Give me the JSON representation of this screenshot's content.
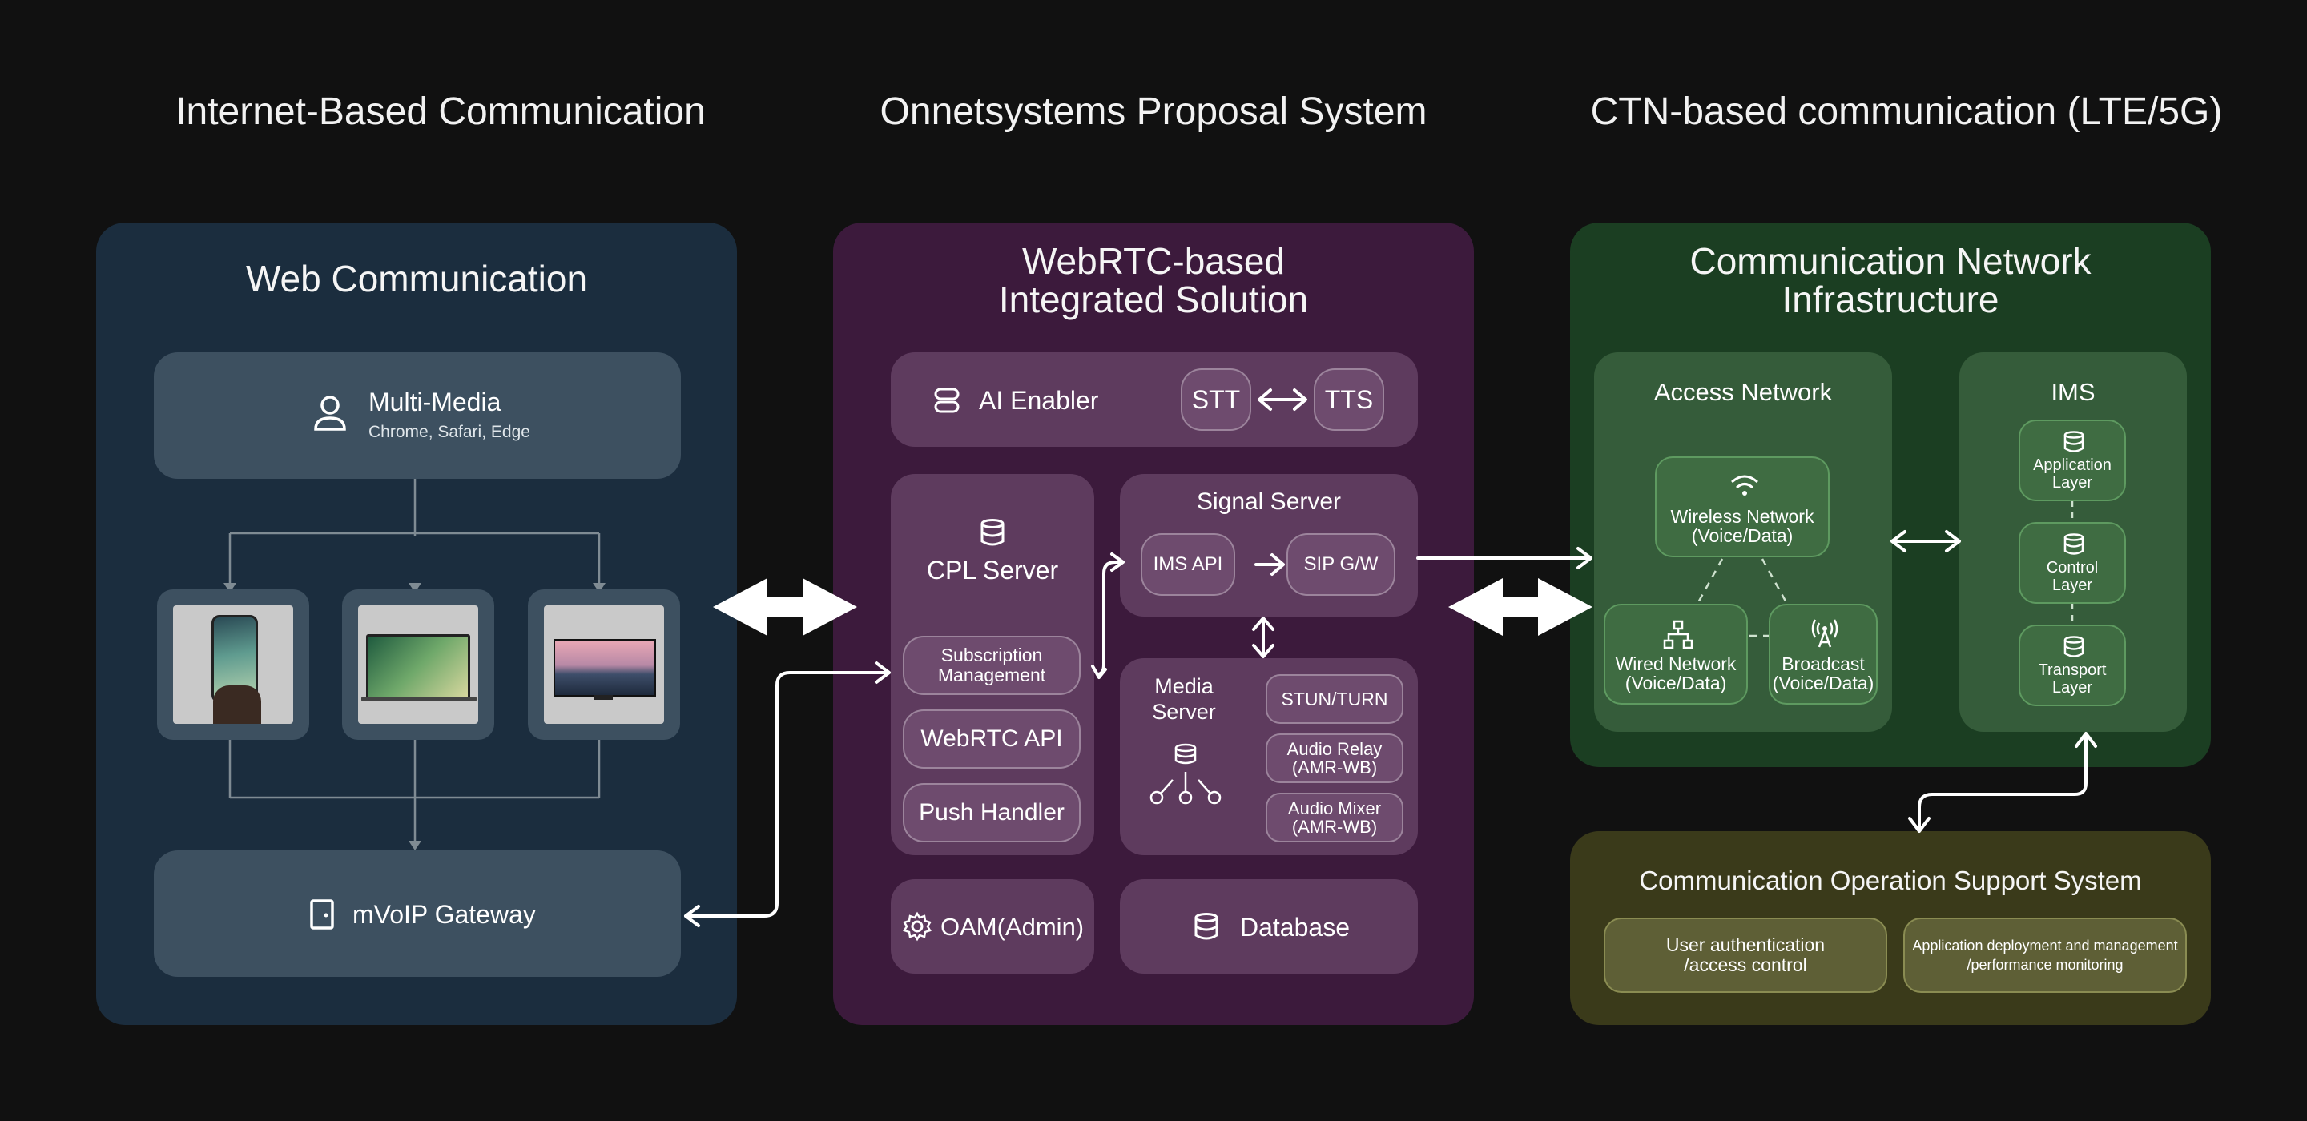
{
  "headings": {
    "left": "Internet-Based Communication",
    "middle": "Onnetsystems Proposal System",
    "right": "CTN-based communication (LTE/5G)"
  },
  "colors": {
    "background": "#111111",
    "web_panel": "#1b2d3e",
    "webrtc_panel": "#3c1a3c",
    "network_panel": "#1b3e22",
    "ossys_panel": "#3a3a1a"
  },
  "web": {
    "title": "Web Communication",
    "multimedia": {
      "icon": "user-icon",
      "label": "Multi-Media",
      "sub": "Chrome, Safari, Edge"
    },
    "devices": [
      {
        "name": "smartphone"
      },
      {
        "name": "laptop"
      },
      {
        "name": "tv-monitor"
      }
    ],
    "gateway": {
      "icon": "door-icon",
      "label": "mVoIP Gateway"
    }
  },
  "webrtc": {
    "title_line1": "WebRTC-based",
    "title_line2": "Integrated Solution",
    "ai_enabler": {
      "icon": "robot-icon",
      "label": "AI Enabler",
      "stt": "STT",
      "tts": "TTS"
    },
    "cpl": {
      "icon": "database-icon",
      "label": "CPL Server",
      "items": [
        {
          "line1": "Subscription",
          "line2": "Management"
        },
        {
          "line1": "WebRTC API",
          "line2": ""
        },
        {
          "line1": "Push Handler",
          "line2": ""
        }
      ]
    },
    "signal": {
      "label": "Signal Server",
      "ims_api": "IMS API",
      "sip_gw": "SIP G/W"
    },
    "media": {
      "label_line1": "Media",
      "label_line2": "Server",
      "items": [
        {
          "line1": "STUN/TURN",
          "line2": ""
        },
        {
          "line1": "Audio Relay",
          "line2": "(AMR-WB)"
        },
        {
          "line1": "Audio Mixer",
          "line2": "(AMR-WB)"
        }
      ]
    },
    "oam": {
      "icon": "gear-icon",
      "label": "OAM(Admin)"
    },
    "database": {
      "icon": "database-icon",
      "label": "Database"
    }
  },
  "network": {
    "title_line1": "Communication Network",
    "title_line2": "Infrastructure",
    "access": {
      "label": "Access Network",
      "wireless": {
        "line1": "Wireless Network",
        "line2": "(Voice/Data)"
      },
      "wired": {
        "line1": "Wired Network",
        "line2": "(Voice/Data)"
      },
      "broadcast": {
        "line1": "Broadcast",
        "line2": "(Voice/Data)"
      }
    },
    "ims": {
      "label": "IMS",
      "layers": [
        {
          "line1": "Application",
          "line2": "Layer"
        },
        {
          "line1": "Control",
          "line2": "Layer"
        },
        {
          "line1": "Transport",
          "line2": "Layer"
        }
      ]
    }
  },
  "oss": {
    "title": "Communication Operation Support System",
    "left_line1": "User authentication",
    "left_line2": "/access control",
    "right_line1": "Application deployment and management",
    "right_line2": "/performance monitoring"
  }
}
